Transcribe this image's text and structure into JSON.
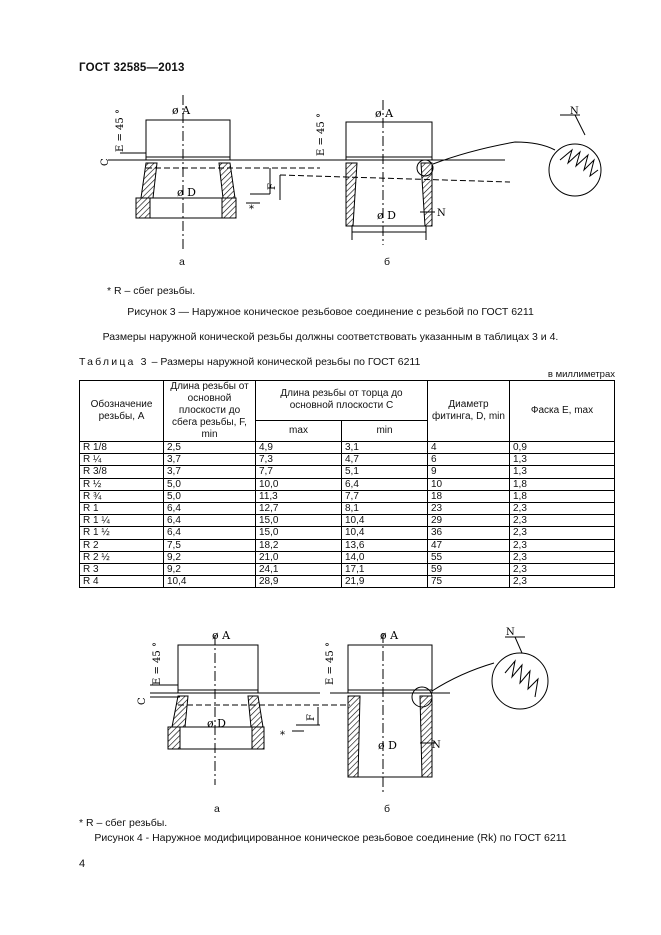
{
  "header": {
    "doc_id": "ГОСТ 32585—2013"
  },
  "figure3": {
    "label_a": "а",
    "label_b": "б",
    "footnote": "* R – сбег резьбы.",
    "caption": "Рисунок 3 — Наружное коническое резьбовое соединение с резьбой по ГОСТ 6211",
    "dims": {
      "dia_a": "ø A",
      "dia_d": "ø D",
      "chamfer": "E = 45 °",
      "c": "C",
      "f": "F",
      "n": "N",
      "star": "*"
    }
  },
  "paragraph": "Размеры наружной конической резьбы должны соответствовать указанным в таблицах 3 и 4.",
  "table3": {
    "title_label": "Таблица 3",
    "title_rest": " – Размеры наружной конической резьбы по ГОСТ 6211",
    "units": "в миллиметрах",
    "headers": {
      "designation": "Обозначение резьбы, A",
      "length_f": "Длина резьбы от основной плоскости до сбега резьбы, F, min",
      "length_c": "Длина резьбы от торца до основной плоскости C",
      "c_max": "max",
      "c_min": "min",
      "diameter": "Диаметр фитинга, D, min",
      "chamfer": "Фаска E, max"
    },
    "rows": [
      [
        "R 1/8",
        "2,5",
        "4,9",
        "3,1",
        "4",
        "0,9"
      ],
      [
        "R ¼",
        "3,7",
        "7,3",
        "4,7",
        "6",
        "1,3"
      ],
      [
        "R 3/8",
        "3,7",
        "7,7",
        "5,1",
        "9",
        "1,3"
      ],
      [
        "R ½",
        "5,0",
        "10,0",
        "6,4",
        "10",
        "1,8"
      ],
      [
        "R ¾",
        "5,0",
        "11,3",
        "7,7",
        "18",
        "1,8"
      ],
      [
        "R 1",
        "6,4",
        "12,7",
        "8,1",
        "23",
        "2,3"
      ],
      [
        "R 1 ¼",
        "6,4",
        "15,0",
        "10,4",
        "29",
        "2,3"
      ],
      [
        "R 1 ½",
        "6,4",
        "15,0",
        "10,4",
        "36",
        "2,3"
      ],
      [
        "R 2",
        "7,5",
        "18,2",
        "13,6",
        "47",
        "2,3"
      ],
      [
        "R 2 ½",
        "9,2",
        "21,0",
        "14,0",
        "55",
        "2,3"
      ],
      [
        "R 3",
        "9,2",
        "24,1",
        "17,1",
        "59",
        "2,3"
      ],
      [
        "R 4",
        "10,4",
        "28,9",
        "21,9",
        "75",
        "2,3"
      ]
    ]
  },
  "figure4": {
    "label_a": "а",
    "label_b": "б",
    "footnote": "* R – сбег резьбы.",
    "caption": "Рисунок 4 - Наружное модифицированное коническое резьбовое соединение (Rk) по ГОСТ 6211",
    "dims": {
      "dia_a": "ø A",
      "dia_d": "ø D",
      "chamfer": "E = 45 °",
      "c": "C",
      "f": "F",
      "n": "N",
      "star": "*"
    }
  },
  "page_number": "4"
}
